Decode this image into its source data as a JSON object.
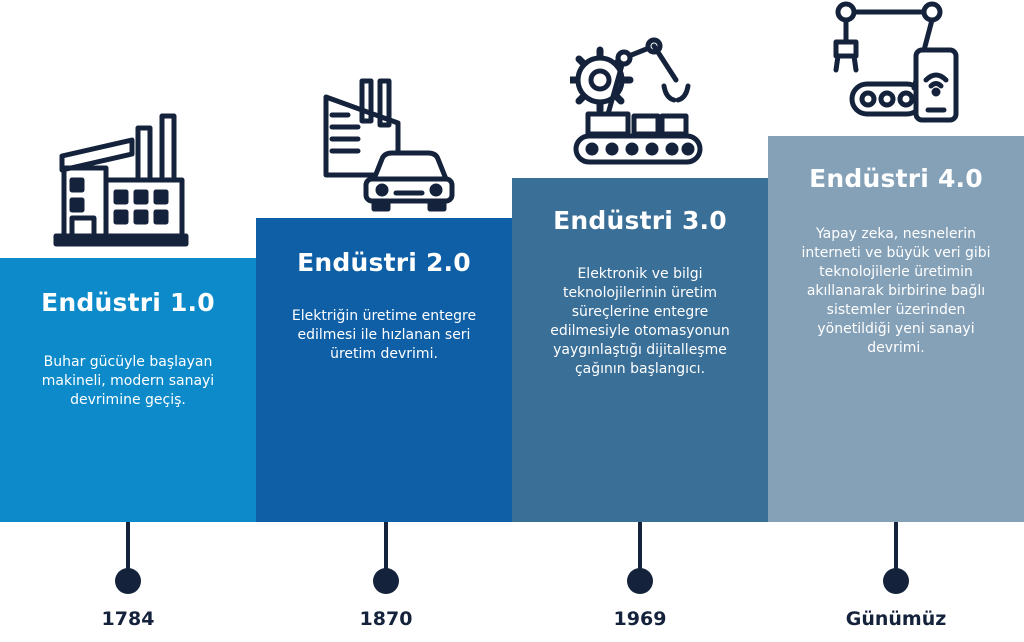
{
  "stages": [
    {
      "title": "Endüstri 1.0",
      "description": [
        "Buhar gücüyle başlayan",
        "makineli, modern sanayi",
        "devrimine geçiş."
      ],
      "year": "1784",
      "color": "#0d8ac9",
      "icon": "factory-icon"
    },
    {
      "title": "Endüstri 2.0",
      "description": [
        "Elektriğin üretime entegre",
        "edilmesi ile hızlanan seri",
        "üretim devrimi."
      ],
      "year": "1870",
      "color": "#0f5fa6",
      "icon": "factory-car-icon"
    },
    {
      "title": "Endüstri 3.0",
      "description": [
        "Elektronik ve bilgi",
        "teknolojilerinin üretim",
        "süreçlerine entegre",
        "edilmesiyle otomasyonun",
        "yaygınlaştığı dijitalleşme",
        "çağının başlangıcı."
      ],
      "year": "1969",
      "color": "#3a6f98",
      "icon": "robot-arm-conveyor-icon"
    },
    {
      "title": "Endüstri 4.0",
      "description": [
        "Yapay zeka, nesnelerin",
        "interneti ve büyük veri gibi",
        "teknolojilerle üretimin",
        "akıllanarak birbirine bağlı",
        "sistemler üzerinden",
        "yönetildiği yeni sanayi",
        "devrimi."
      ],
      "year": "Günümüz",
      "color": "#85a1b8",
      "icon": "smart-robot-phone-icon"
    }
  ],
  "timeline_color": "#14233b"
}
